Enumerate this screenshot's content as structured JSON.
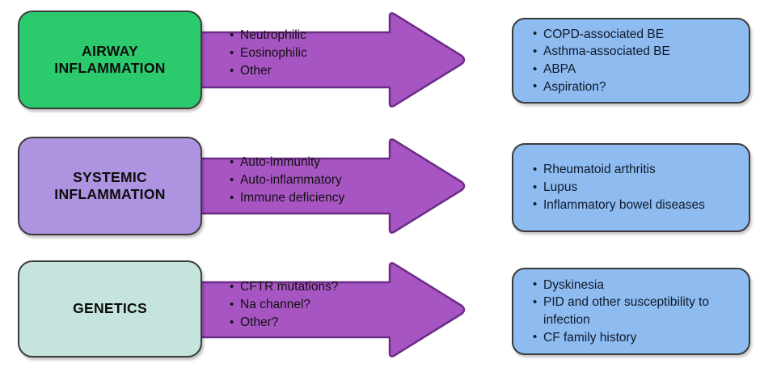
{
  "colors": {
    "airway_box": "#2BCB6D",
    "systemic_box": "#AE93E1",
    "genetics_box": "#C4E4DD",
    "arrow": "#A855C4",
    "arrow_stroke": "#6B2E86",
    "outcome_box": "#8EBBF0",
    "box_stroke": "#3B3B3B",
    "text": "#0D0D0D"
  },
  "rows": [
    {
      "category": "AIRWAY\nINFLAMMATION",
      "category_line1": "AIRWAY",
      "category_line2": "INFLAMMATION",
      "arrow_items": [
        "Neutrophilic",
        "Eosinophilic",
        "Other"
      ],
      "outcome_items": [
        "COPD-associated BE",
        "Asthma-associated BE",
        "ABPA",
        "Aspiration?"
      ]
    },
    {
      "category": "SYSTEMIC\nINFLAMMATION",
      "category_line1": "SYSTEMIC",
      "category_line2": "INFLAMMATION",
      "arrow_items": [
        "Auto-immunity",
        "Auto-inflammatory",
        "Immune deficiency"
      ],
      "outcome_items": [
        "Rheumatoid arthritis",
        "Lupus",
        "Inflammatory bowel diseases"
      ]
    },
    {
      "category": "GENETICS",
      "category_line1": "GENETICS",
      "category_line2": "",
      "arrow_items": [
        "CFTR mutations?",
        "Na channel?",
        "Other?"
      ],
      "outcome_items": [
        "Dyskinesia",
        "PID and other susceptibility to infection",
        "CF family history"
      ]
    }
  ]
}
